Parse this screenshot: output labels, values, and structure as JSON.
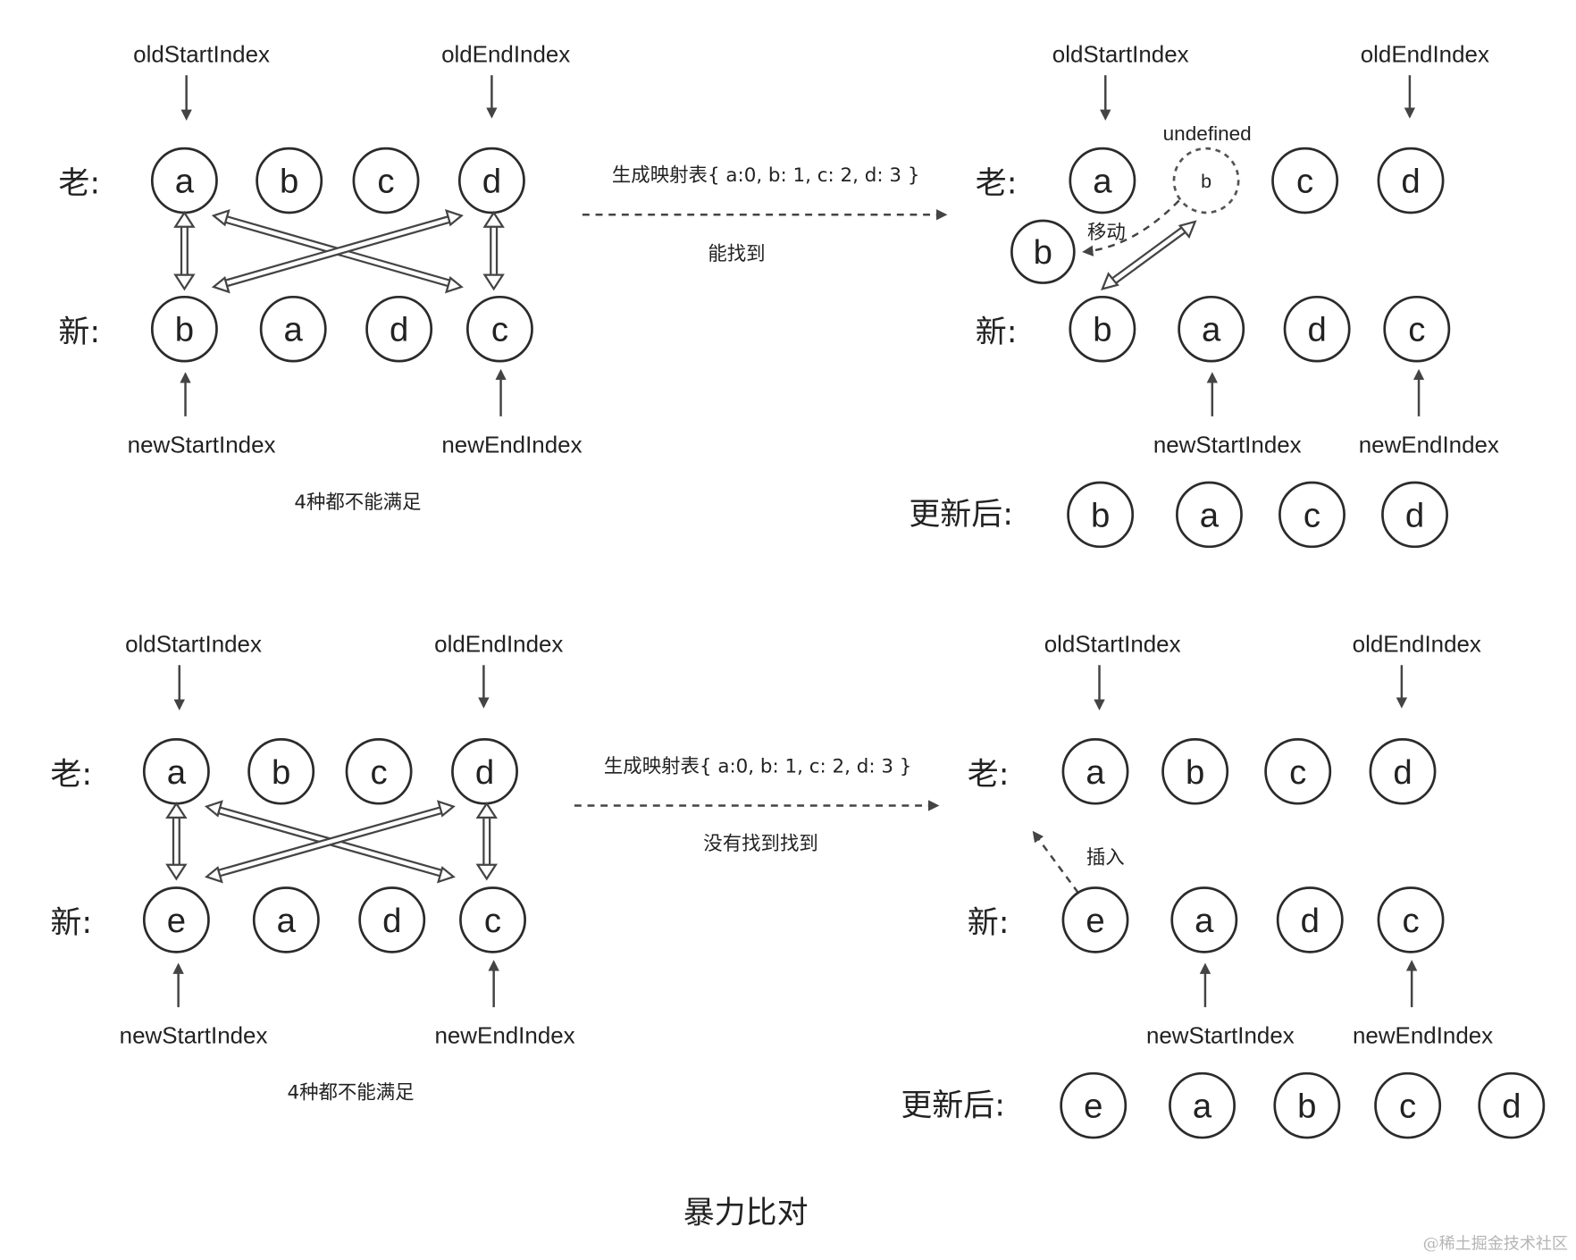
{
  "pointers": {
    "old_start": "oldStartIndex",
    "old_end": "oldEndIndex",
    "new_start": "newStartIndex",
    "new_end": "newEndIndex"
  },
  "rows": {
    "old": "老:",
    "new": "新:",
    "updated": "更新后:"
  },
  "scenario1": {
    "old_nodes": [
      "a",
      "b",
      "c",
      "d"
    ],
    "new_nodes": [
      "b",
      "a",
      "d",
      "c"
    ],
    "note": "4种都不能满足",
    "map_label": "生成映射表{ a:0,  b: 1, c: 2, d: 3 }",
    "result_label": "能找到",
    "after_old_nodes": [
      "a",
      "b",
      "c",
      "d"
    ],
    "undefined_label": "undefined",
    "moved_node": "b",
    "move_label": "移动",
    "after_new_nodes": [
      "b",
      "a",
      "d",
      "c"
    ],
    "updated_nodes": [
      "b",
      "a",
      "c",
      "d"
    ]
  },
  "scenario2": {
    "old_nodes": [
      "a",
      "b",
      "c",
      "d"
    ],
    "new_nodes": [
      "e",
      "a",
      "d",
      "c"
    ],
    "note": "4种都不能满足",
    "map_label": "生成映射表{ a:0,  b: 1, c: 2, d: 3 }",
    "result_label": "没有找到找到",
    "after_old_nodes": [
      "a",
      "b",
      "c",
      "d"
    ],
    "insert_label": "插入",
    "after_new_nodes": [
      "e",
      "a",
      "d",
      "c"
    ],
    "updated_nodes": [
      "e",
      "a",
      "b",
      "c",
      "d"
    ]
  },
  "title": "暴力比对",
  "watermark": "@稀土掘金技术社区"
}
